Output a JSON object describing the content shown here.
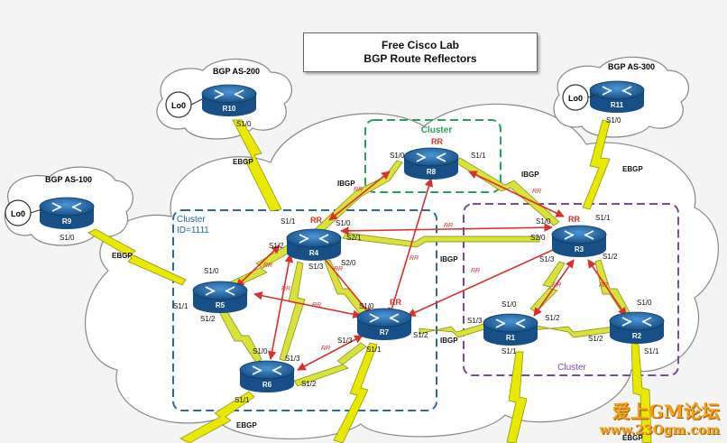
{
  "title": {
    "line1": "Free Cisco Lab",
    "line2": "BGP Route Reflectors"
  },
  "as_labels": {
    "as100": "BGP AS-100",
    "as200": "BGP AS-200",
    "as300": "BGP AS-300"
  },
  "loopback": {
    "label": "Lo0"
  },
  "clusters": {
    "top": "Cluster",
    "left_line1": "Cluster",
    "left_line2": "ID=1111",
    "right": "Cluster"
  },
  "routers": {
    "r1": "R1",
    "r2": "R2",
    "r3": "R3",
    "r4": "R4",
    "r5": "R5",
    "r6": "R6",
    "r7": "R7",
    "r8": "R8",
    "r9": "R9",
    "r10": "R10",
    "r11": "R11"
  },
  "rr_tag": "RR",
  "link_types": {
    "ebgp": "EBGP",
    "ibgp": "IBGP"
  },
  "interfaces": {
    "r10_s10": "S1/0",
    "r11_s10": "S1/0",
    "r9_s10": "S1/0",
    "r8_s10": "S1/0",
    "r8_s11": "S1/1",
    "r4_s11": "S1/1",
    "r4_s10": "S1/0",
    "r4_s12": "S1/2",
    "r4_s13": "S1/3",
    "r4_s21": "S2/1",
    "r4_s20": "S2/0",
    "r3_s10": "S1/0",
    "r3_s20": "S2/0",
    "r3_s11": "S1/1",
    "r3_s13": "S1/3",
    "r3_s12": "S1/2",
    "r5_s10": "S1/0",
    "r5_s11": "S1/1",
    "r5_s12": "S1/2",
    "r7_s10": "S1/0",
    "r7_s12": "S1/2",
    "r7_s13": "S1/3",
    "r7_s11": "S1/1",
    "r6_s10": "S1/0",
    "r6_s13": "S1/3",
    "r6_s12": "S1/2",
    "r6_s11": "S1/1",
    "r1_s10": "S1/0",
    "r1_s12": "S1/2",
    "r1_s13": "S1/3",
    "r1_s11": "S1/1",
    "r2_s10": "S1/0",
    "r2_s12": "S1/2",
    "r2_s11": "S1/1"
  },
  "watermark": {
    "line1": "爱上GM论坛",
    "line2": "www.23Ogm.com"
  },
  "colors": {
    "rr_arrow": "#d9302c",
    "ebgp_bolt": "#e8e800",
    "router": "#1f6fb0",
    "cluster_top": "#2aa05a",
    "cluster_left": "#2a6a9a",
    "cluster_right": "#7a4a9a"
  }
}
